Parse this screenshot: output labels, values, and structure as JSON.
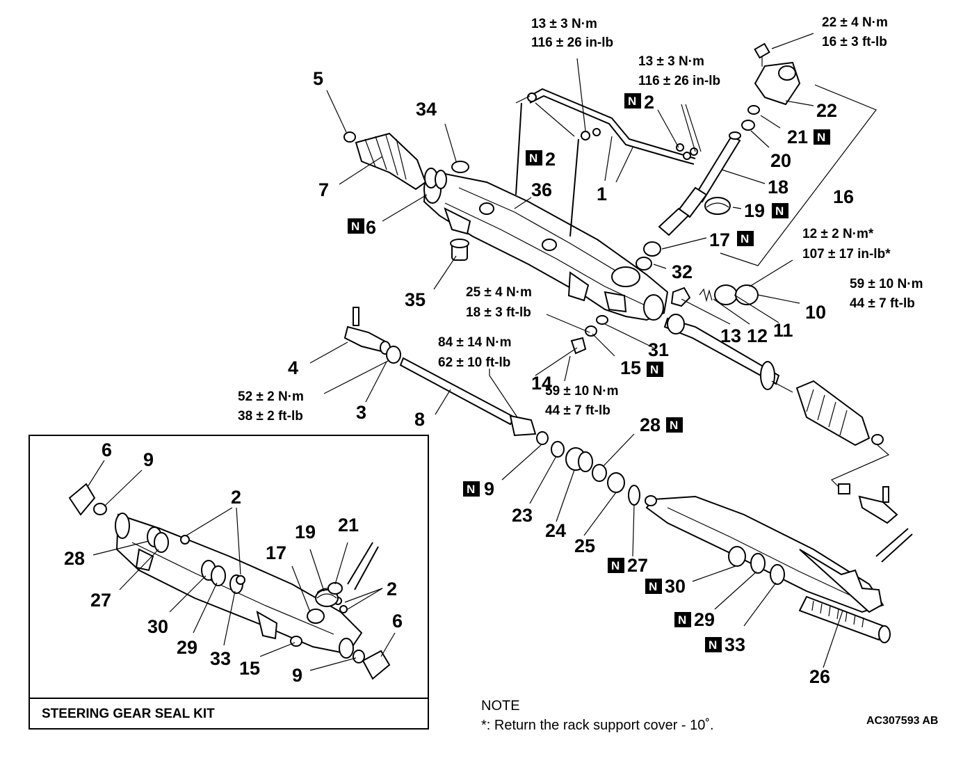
{
  "new_part_marker": "N",
  "torques": {
    "t_pipe_left": [
      "13 ± 3 N·m",
      "116 ± 26 in-lb"
    ],
    "t_pipe_right": [
      "13 ± 3 N·m",
      "116 ± 26 in-lb"
    ],
    "t_bracket": [
      "22 ± 4 N·m",
      "16 ± 3 ft-lb"
    ],
    "t_rack_cover": [
      "12 ± 2 N·m*",
      "107 ± 17 in-lb*"
    ],
    "t_locknut": [
      "59 ± 10 N·m",
      "44 ± 7 ft-lb"
    ],
    "t_bolt_15": [
      "25 ± 4 N·m",
      "18 ± 3 ft-lb"
    ],
    "t_tie_rod": [
      "84 ± 14 N·m",
      "62 ± 10 ft-lb"
    ],
    "t_nut_14": [
      "59 ± 10 N·m",
      "44 ± 7 ft-lb"
    ],
    "t_tie_end": [
      "52 ± 2 N·m",
      "38 ± 2 ft-lb"
    ]
  },
  "callouts": {
    "c5": "5",
    "c34": "34",
    "c7": "7",
    "c6": "6",
    "c36": "36",
    "c2a": "2",
    "c1": "1",
    "c2b": "2",
    "c22": "22",
    "c21": "21",
    "c20": "20",
    "c18": "18",
    "c16": "16",
    "c19": "19",
    "c17": "17",
    "c32": "32",
    "c35": "35",
    "c10": "10",
    "c11": "11",
    "c12": "12",
    "c13": "13",
    "c31": "31",
    "c15": "15",
    "c14": "14",
    "c4": "4",
    "c3": "3",
    "c8": "8",
    "c9": "9",
    "c28": "28",
    "c23": "23",
    "c24": "24",
    "c25": "25",
    "c27": "27",
    "c30": "30",
    "c29": "29",
    "c33": "33",
    "c26": "26"
  },
  "kit_callouts": {
    "k6a": "6",
    "k9a": "9",
    "k2a": "2",
    "k28": "28",
    "k27": "27",
    "k19": "19",
    "k21": "21",
    "k17": "17",
    "k2b": "2",
    "k30": "30",
    "k29": "29",
    "k33": "33",
    "k15": "15",
    "k6b": "6",
    "k9b": "9"
  },
  "kit_title": "STEERING GEAR SEAL KIT",
  "note": {
    "heading": "NOTE",
    "text": "*: Return the rack support cover - 10˚."
  },
  "figure_code": "AC307593 AB"
}
